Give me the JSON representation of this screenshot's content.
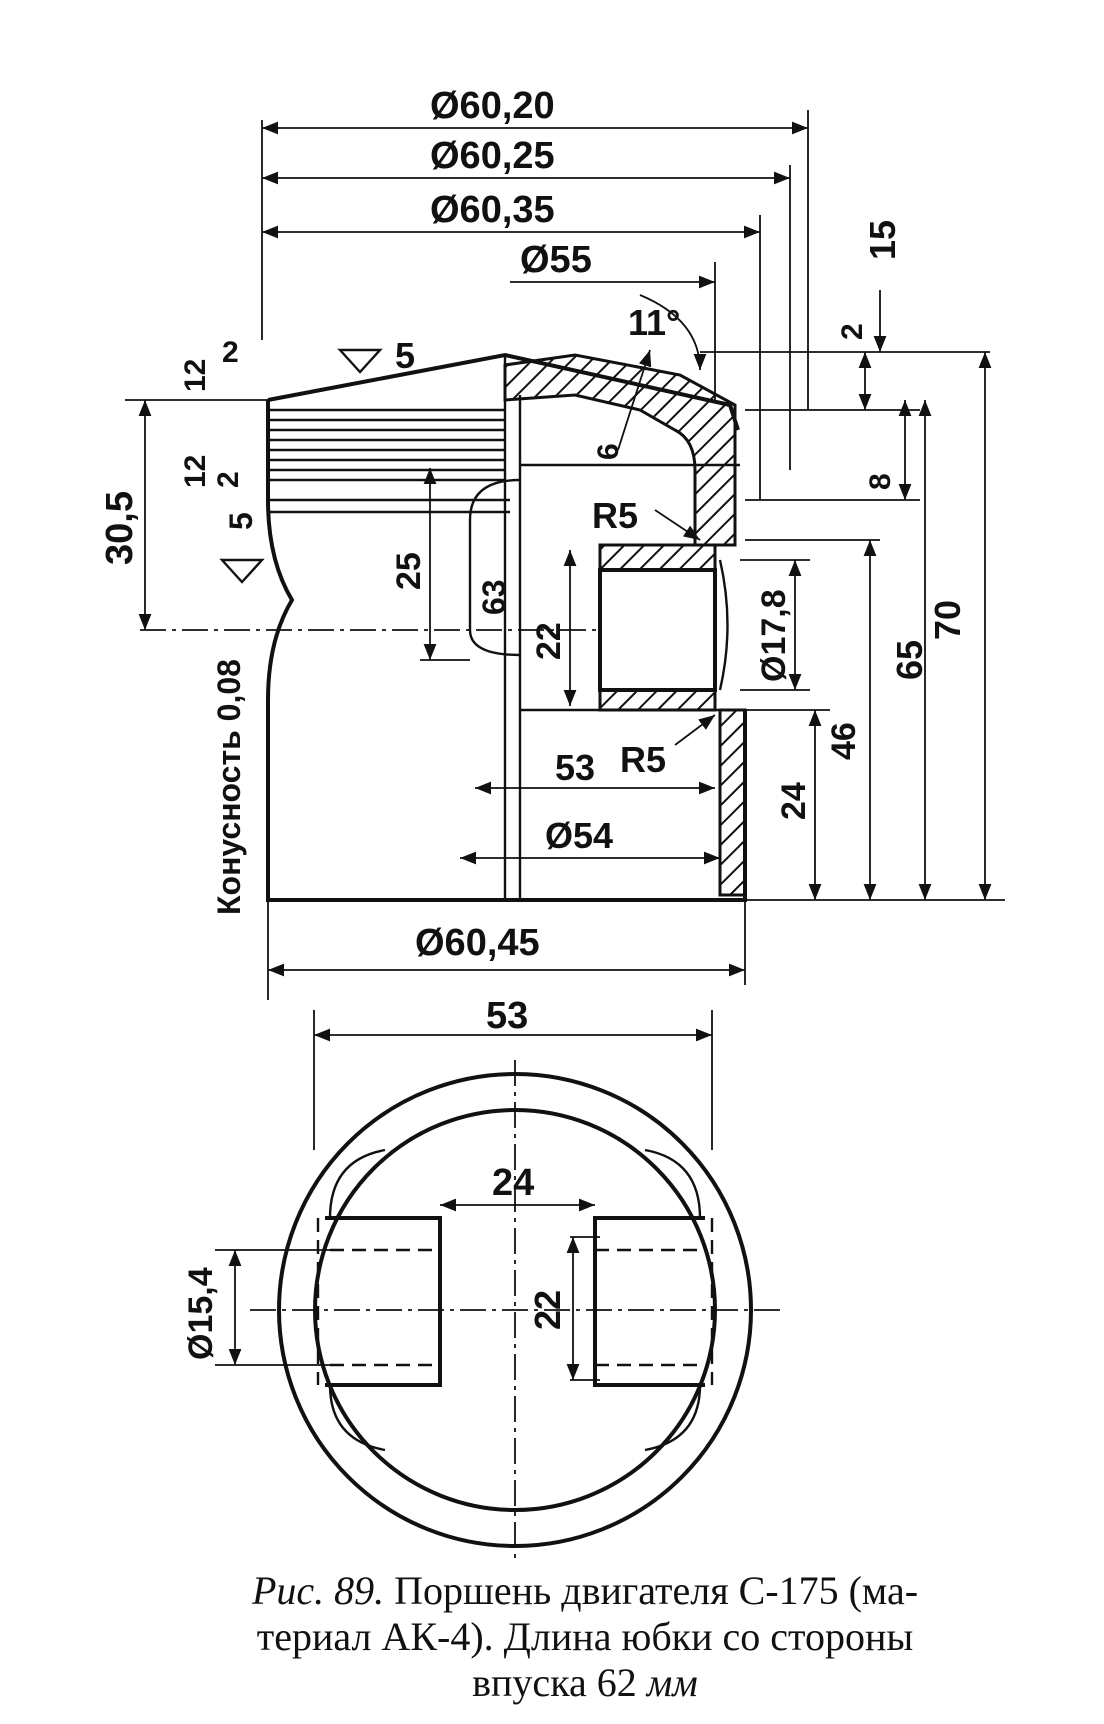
{
  "dimensions": {
    "d_top_1": "Ø60,20",
    "d_top_2": "Ø60,25",
    "d_top_3": "Ø60,35",
    "d_55": "Ø55",
    "angle": "11°",
    "roughness_5a": "5",
    "roughness_5b": "5",
    "h_2_a": "2",
    "h_12_a": "12",
    "h_12_b": "12",
    "h_2_b": "2",
    "h_30_5": "30,5",
    "h_25": "25",
    "h_63": "63",
    "h_22": "22",
    "h_6": "6",
    "r5_a": "R5",
    "r5_b": "R5",
    "d_17_8": "Ø17,8",
    "h_15": "15",
    "h_2_c": "2",
    "h_8": "8",
    "h_65": "65",
    "h_70": "70",
    "h_46": "46",
    "h_24_side": "24",
    "w_53_a": "53",
    "d_54": "Ø54",
    "d_60_45": "Ø60,45",
    "taper": "Конусность 0,08",
    "w_53_b": "53",
    "w_24": "24",
    "d_15_4": "Ø15,4",
    "h_22_bottom": "22"
  },
  "caption": {
    "fig_label": "Рис. 89.",
    "text_1": "Поршень двигателя С-175 (ма-",
    "text_2": "териал АК-4). Длина юбки со стороны",
    "text_3": "впуска 62",
    "unit": "мм"
  }
}
